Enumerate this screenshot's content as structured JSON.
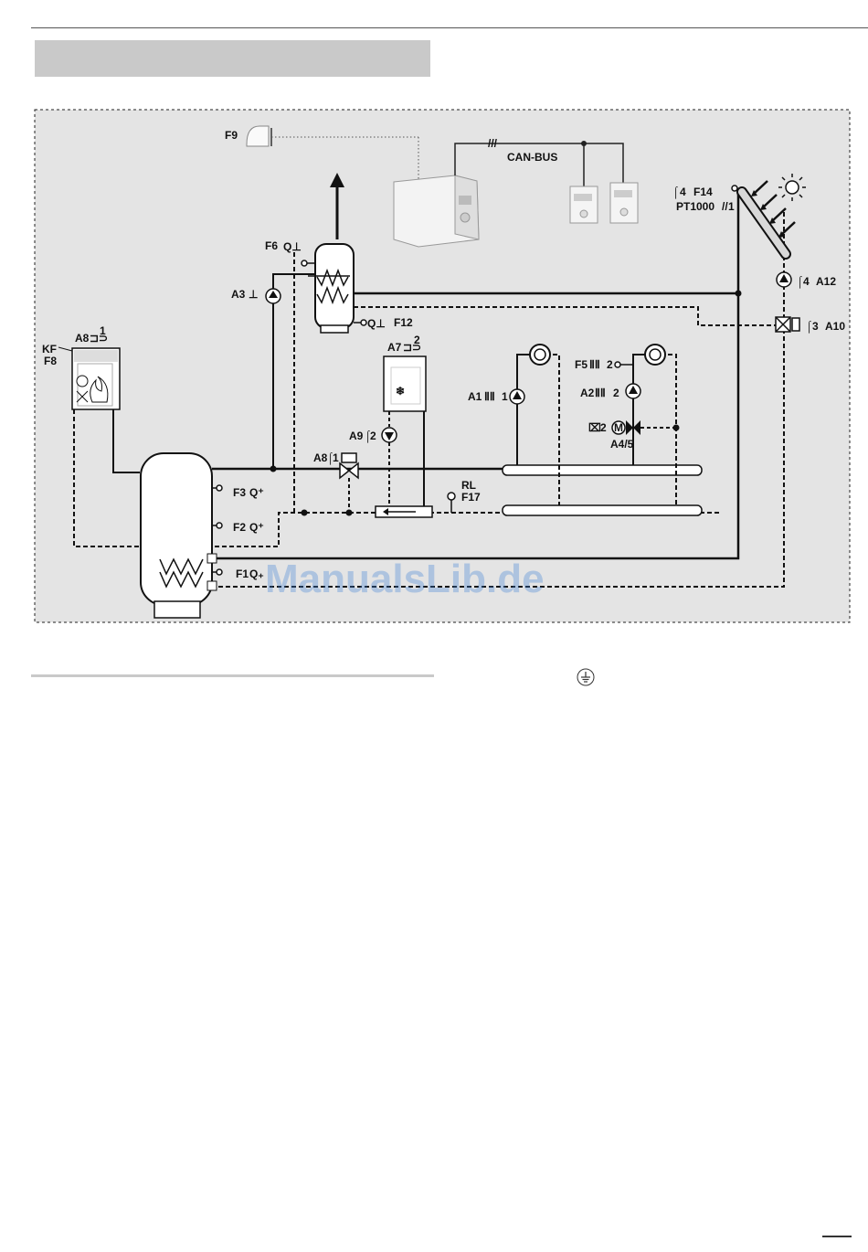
{
  "header": {
    "banner_text": ""
  },
  "labels": {
    "F9": "F9",
    "can_bus": "CAN-BUS",
    "F6": "F6",
    "A3": "A3",
    "F12": "F12",
    "F14": "F14",
    "pt1000": "PT1000",
    "A12": "A12",
    "A10": "A10",
    "A8_top": "A8",
    "KF": "KF",
    "F8": "F8",
    "A7": "A7",
    "A1": "A1",
    "F5": "F5",
    "A2": "A2",
    "A4_5": "A4/5",
    "A9": "A9",
    "A8_valve": "A8",
    "RL": "RL",
    "F17": "F17",
    "F3": "F3",
    "F2": "F2",
    "F1": "F1",
    "n1": "1",
    "n2": "2",
    "n3": "3",
    "n4": "4"
  },
  "watermark": "ManualsLib.de",
  "icons": [
    "ground-icon",
    "sun-icon",
    "flame-icon",
    "snowflake-icon",
    "pump-icon",
    "mixing-valve-icon",
    "radiator-icon",
    "sensor-icon",
    "motor-icon"
  ]
}
